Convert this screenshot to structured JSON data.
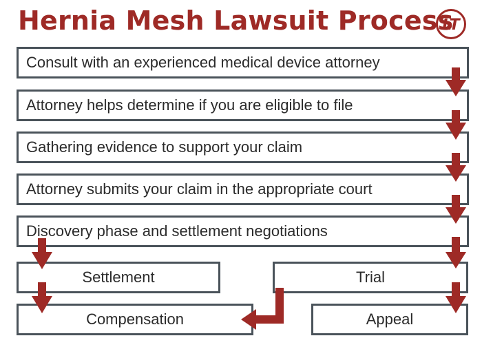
{
  "title": "Hernia Mesh Lawsuit Process",
  "logo_text": "LT",
  "steps": [
    "Consult with an experienced medical device attorney",
    "Attorney helps determine if you are eligible to file",
    "Gathering evidence to support your claim",
    "Attorney submits your claim in the appropriate court",
    "Discovery phase and settlement negotiations"
  ],
  "branches": {
    "settlement": "Settlement",
    "trial": "Trial",
    "compensation": "Compensation",
    "appeal": "Appeal"
  },
  "colors": {
    "accent": "#9e2a26",
    "border": "#4a535a",
    "text": "#2b2b2b"
  }
}
